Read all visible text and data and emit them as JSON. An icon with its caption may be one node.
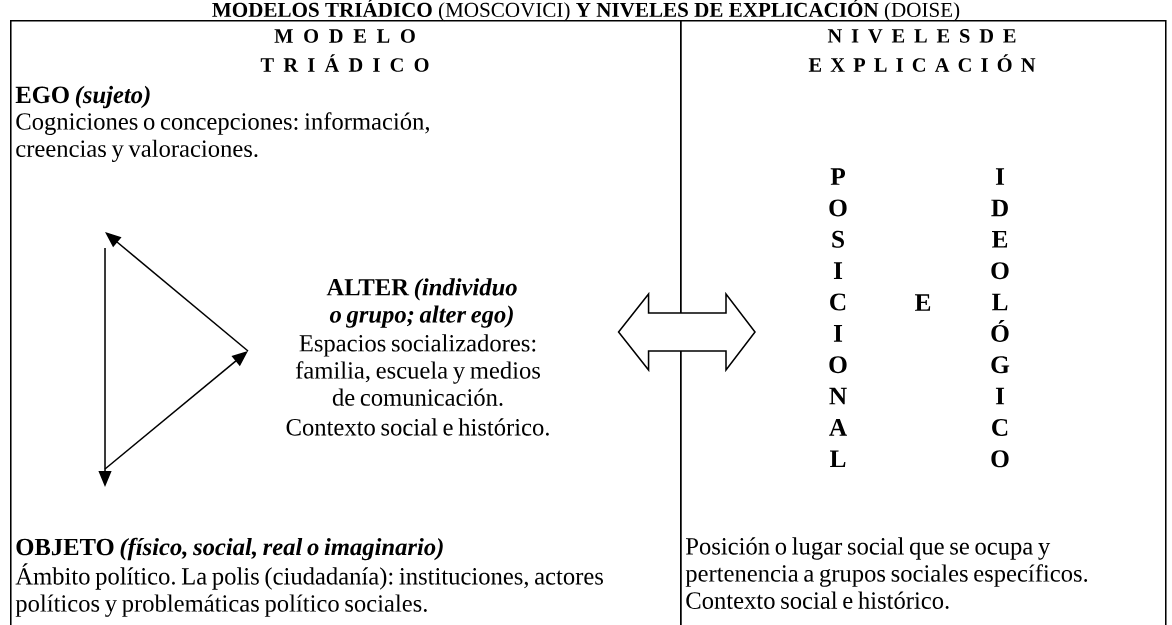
{
  "diagram": {
    "title": "**MODELOS TRIÁDICO** (MOSCOVICI) **Y NIVELES DE EXPLICACIÓN** (DOISE)",
    "nodes": [
      {
        "text": [
          "M O D E L O",
          "T R I Á D I C O"
        ]
      },
      {
        "text": [
          "EGO *(sujeto)*",
          "Cogniciones o concepciones: información, creencias y valoraciones."
        ],
        "in": 0
      },
      {
        "text": [
          "ALTER *(individuo o grupo; alter ego)*",
          "Espacios socializadores: familia, escuela y medios de comunicación.",
          "Contexto social e histórico."
        ],
        "in": 0
      },
      {
        "text": [
          "OBJETO *(físico, social, real o imaginario)*",
          "Ámbito político. La polis (ciudadanía): instituciones, actores políticos y problemáticas político sociales."
        ],
        "in": 0
      },
      {
        "text": [
          "N I V E L E S D E",
          "E X P L I C A C I Ó N"
        ]
      },
      {
        "text": [
          "POSICIONAL",
          "E",
          "IDEOLÓGICO"
        ],
        "in": 4
      },
      {
        "text": [
          "Posición o lugar social que se ocupa y pertenencia a grupos sociales específicos. Contexto social e histórico."
        ],
        "in": 4
      }
    ],
    "edges": [
      {
        "from": 2,
        "to": 5,
        "arrow": "both"
      }
    ]
  }
}
